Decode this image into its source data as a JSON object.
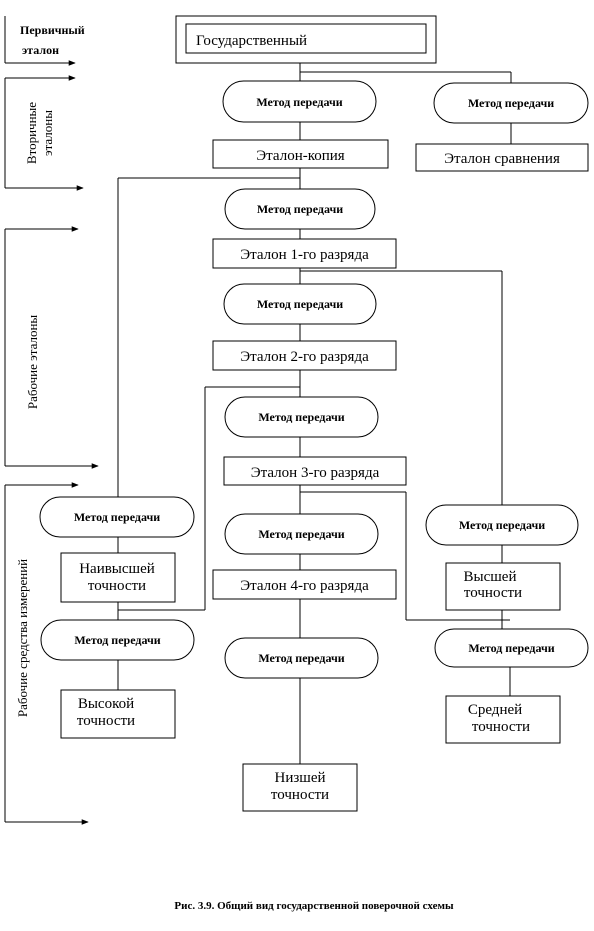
{
  "side_labels": {
    "primary_line1": "Первичный",
    "primary_line2": "эталон",
    "secondary_line1": "Вторичные",
    "secondary_line2": "эталоны",
    "working": "Рабочие эталоны",
    "instruments": "Рабочие средства измерений"
  },
  "boxes": {
    "state": "Государственный",
    "copy": "Эталон-копия",
    "comparison": "Эталон сравнения",
    "grade1": "Эталон 1-го разряда",
    "grade2": "Эталон 2-го разряда",
    "grade3": "Эталон 3-го разряда",
    "grade4": "Эталон 4-го разряда",
    "highest_line1": "Наивысшей",
    "highest_line2": "точности",
    "high_line1": "Высокой",
    "high_line2": "точности",
    "higher_line1": "Высшей",
    "higher_line2": "точности",
    "medium_line1": "Средней",
    "medium_line2": "точности",
    "lowest_line1": "Низшей",
    "lowest_line2": "точности"
  },
  "method_label": "Метод передачи",
  "caption": "Рис. 3.9. Общий вид государственной поверочной схемы"
}
